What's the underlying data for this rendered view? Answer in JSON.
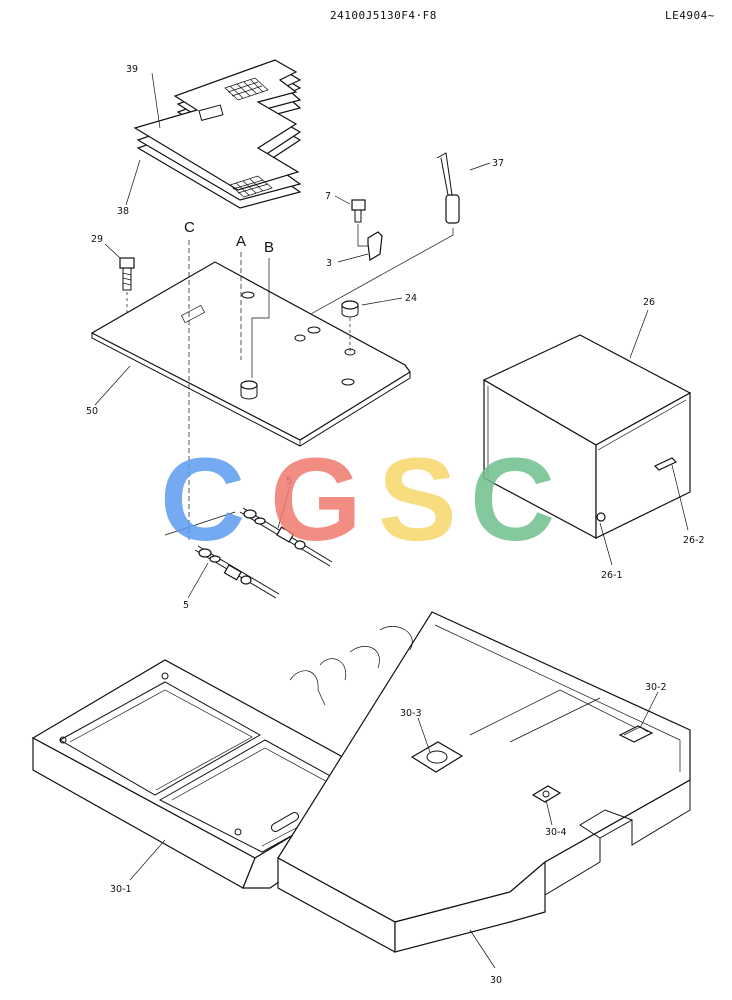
{
  "header": {
    "part_number": "24100J5130F4·F8",
    "serial": "LE4904~"
  },
  "watermark": {
    "letters": [
      {
        "char": "C",
        "color": "#5b9cf0"
      },
      {
        "char": "G",
        "color": "#ef7a6e"
      },
      {
        "char": "S",
        "color": "#f7d86a"
      },
      {
        "char": "C",
        "color": "#6fbf8e"
      }
    ]
  },
  "callouts": {
    "c39": "39",
    "c38": "38",
    "c37": "37",
    "c7": "7",
    "c3": "3",
    "c29": "29",
    "c24": "24",
    "c26": "26",
    "c50": "50",
    "cA": "A",
    "cB": "B",
    "cC": "C",
    "c5a": "5",
    "c5b": "5",
    "c26_1": "26-1",
    "c26_2": "26-2",
    "c30_1": "30-1",
    "c30_2": "30-2",
    "c30_3": "30-3",
    "c30_4": "30-4",
    "c30": "30"
  }
}
